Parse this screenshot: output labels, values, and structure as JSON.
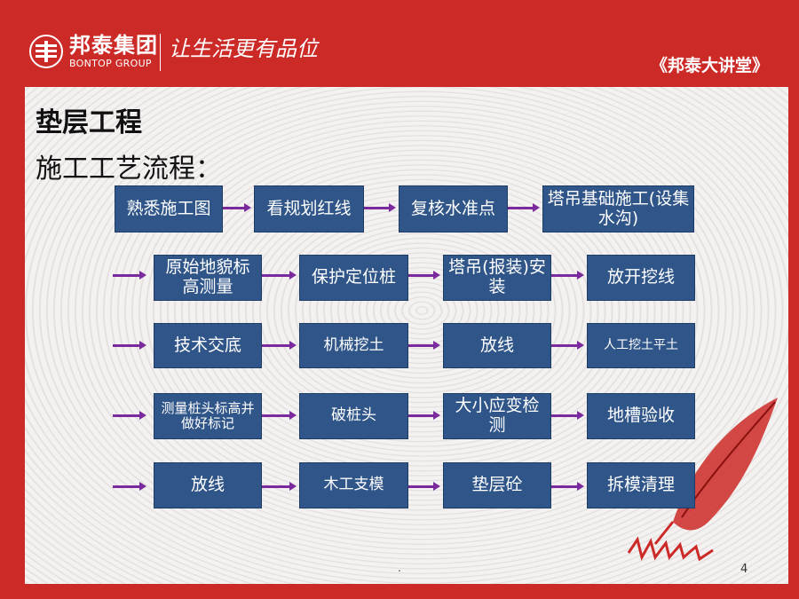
{
  "header": {
    "company_cn": "邦泰集团",
    "company_en": "BONTOP GROUP",
    "slogan": "让生活更有品位",
    "lecture": "《邦泰大讲堂》"
  },
  "content": {
    "title": "垫层工程",
    "subtitle": "施工工艺流程："
  },
  "flow": {
    "row1": [
      "熟悉施工图",
      "看规划红线",
      "复核水准点",
      "塔吊基础施工(设集水沟)"
    ],
    "row2": [
      "原始地貌标高测量",
      "保护定位桩",
      "塔吊(报装)安装",
      "放开挖线"
    ],
    "row3": [
      "技术交底",
      "机械挖土",
      "放线",
      "人工挖土平土"
    ],
    "row4": [
      "测量桩头标高并做好标记",
      "破桩头",
      "大小应变检测",
      "地槽验收"
    ],
    "row5": [
      "放线",
      "木工支模",
      "垫层砼",
      "拆模清理"
    ]
  },
  "footer": {
    "dot": ".",
    "page_number": "4"
  },
  "colors": {
    "frame_red": "#cc2a27",
    "box_blue": "#2f5589",
    "arrow_purple": "#7a2a9c"
  }
}
